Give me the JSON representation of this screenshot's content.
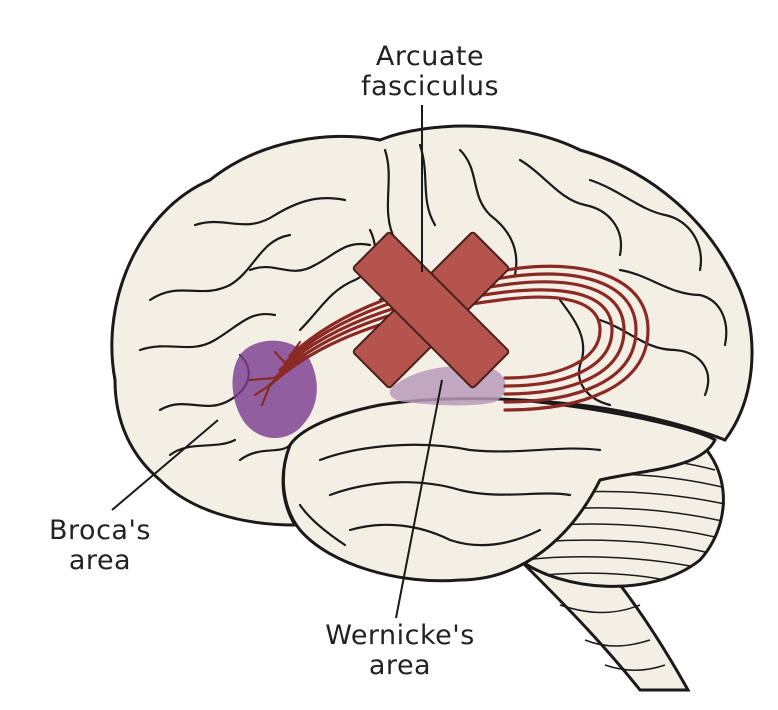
{
  "labels": {
    "arcuate": {
      "line1": "Arcuate",
      "line2": "fasciculus"
    },
    "broca": {
      "line1": "Broca's",
      "line2": "area"
    },
    "wernicke": {
      "line1": "Wernicke's",
      "line2": "area"
    }
  },
  "colors": {
    "outline": "#1a1a1a",
    "brain_fill": "#f4efe5",
    "broca_region": "#7b3f8f",
    "wernicke_region": "#b79ab8",
    "fasciculus": "#8b2a24",
    "cross": "#b5534d"
  },
  "icons": {
    "cross_mark": "x-icon"
  }
}
